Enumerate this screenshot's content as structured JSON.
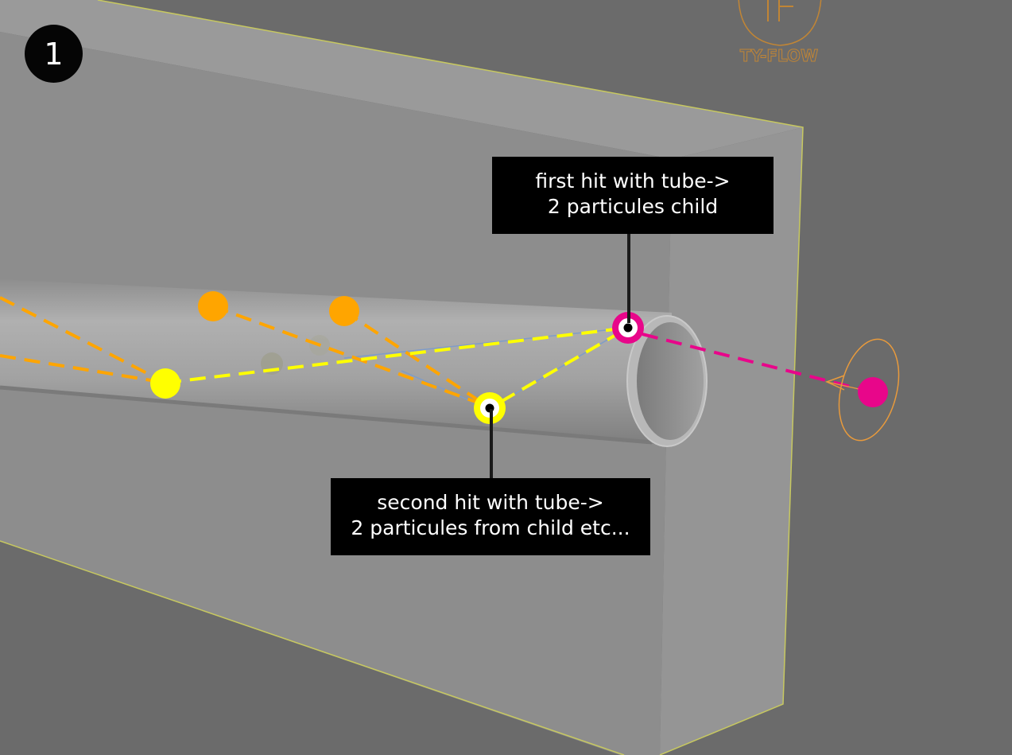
{
  "step_badge": "1",
  "callouts": {
    "first_hit": {
      "line1": "first hit with tube->",
      "line2": "2 particules child"
    },
    "second_hit": {
      "line1": "second hit with tube->",
      "line2": "2 particules from child etc..."
    }
  },
  "watermark": {
    "brand": "TY-FLOW"
  },
  "colors": {
    "background": "#6b6b6b",
    "box_face": "#8e8e8e",
    "box_edge": "#c7c860",
    "tube": "#a4a4a4",
    "particle_yellow": "#ffff00",
    "particle_orange": "#ffa500",
    "particle_magenta": "#e8068a",
    "callout_bg": "#000000",
    "callout_text": "#ffffff",
    "watermark": "#d08a2c"
  },
  "icons": {
    "emitter": "orange-emitter-gizmo-icon",
    "watermark": "tyflow-logo-icon"
  }
}
